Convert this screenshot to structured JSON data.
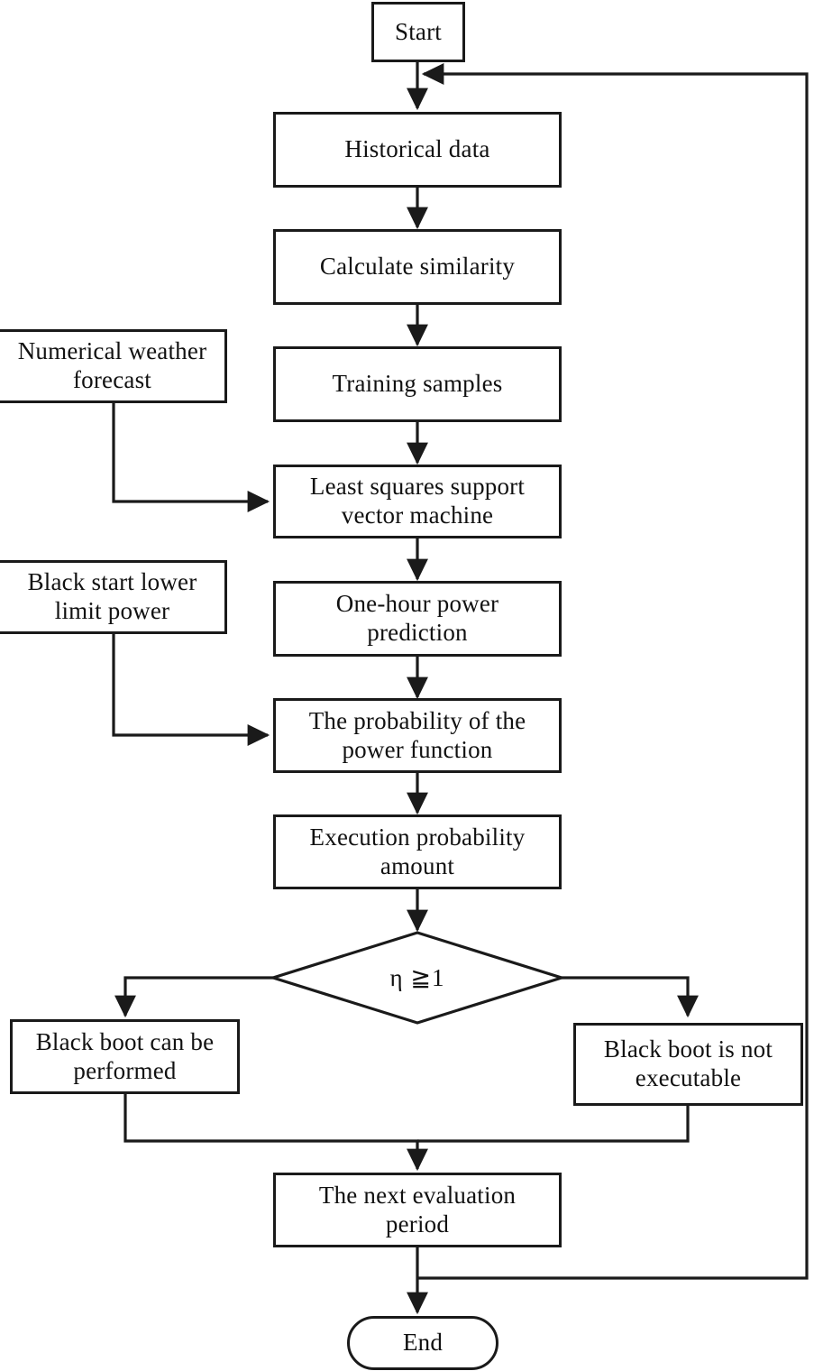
{
  "diagram": {
    "title": "Black start power prediction and evaluation flowchart",
    "type": "flowchart",
    "stroke_color": "#1a1a1a",
    "background_color": "#ffffff",
    "text_color": "#111111"
  },
  "nodes": {
    "start": {
      "label": "Start",
      "shape": "rectangle"
    },
    "historical_data": {
      "label": "Historical data",
      "shape": "rectangle"
    },
    "calculate_similarity": {
      "label": "Calculate similarity",
      "shape": "rectangle"
    },
    "numerical_weather_forecast": {
      "label": "Numerical weather\nforecast",
      "shape": "rectangle"
    },
    "training_samples": {
      "label": "Training samples",
      "shape": "rectangle"
    },
    "lssvm": {
      "label": "Least squares support\nvector machine",
      "shape": "rectangle"
    },
    "black_start_lower_limit": {
      "label": "Black start lower\nlimit power",
      "shape": "rectangle"
    },
    "one_hour_prediction": {
      "label": "One-hour power\nprediction",
      "shape": "rectangle"
    },
    "probability_power_function": {
      "label": "The probability of the\npower function",
      "shape": "rectangle"
    },
    "execution_probability": {
      "label": "Execution probability\namount",
      "shape": "rectangle"
    },
    "decision": {
      "label": "η ≧1",
      "shape": "diamond"
    },
    "black_boot_performed": {
      "label": "Black boot can be\nperformed",
      "shape": "rectangle"
    },
    "black_boot_not_executable": {
      "label": "Black boot is not\nexecutable",
      "shape": "rectangle"
    },
    "next_evaluation_period": {
      "label": "The next evaluation\nperiod",
      "shape": "rectangle"
    },
    "end": {
      "label": "End",
      "shape": "stadium"
    }
  },
  "edges": [
    {
      "from": "start",
      "to": "historical_data",
      "label": ""
    },
    {
      "from": "historical_data",
      "to": "calculate_similarity",
      "label": ""
    },
    {
      "from": "calculate_similarity",
      "to": "training_samples",
      "label": ""
    },
    {
      "from": "training_samples",
      "to": "lssvm",
      "label": ""
    },
    {
      "from": "numerical_weather_forecast",
      "to": "lssvm",
      "label": ""
    },
    {
      "from": "lssvm",
      "to": "one_hour_prediction",
      "label": ""
    },
    {
      "from": "one_hour_prediction",
      "to": "probability_power_function",
      "label": ""
    },
    {
      "from": "black_start_lower_limit",
      "to": "probability_power_function",
      "label": ""
    },
    {
      "from": "probability_power_function",
      "to": "execution_probability",
      "label": ""
    },
    {
      "from": "execution_probability",
      "to": "decision",
      "label": ""
    },
    {
      "from": "decision",
      "to": "black_boot_performed",
      "label": ""
    },
    {
      "from": "decision",
      "to": "black_boot_not_executable",
      "label": ""
    },
    {
      "from": "black_boot_performed",
      "to": "next_evaluation_period",
      "label": ""
    },
    {
      "from": "black_boot_not_executable",
      "to": "next_evaluation_period",
      "label": ""
    },
    {
      "from": "next_evaluation_period",
      "to": "end",
      "label": ""
    },
    {
      "from": "next_evaluation_period",
      "to": "historical_data",
      "label": ""
    }
  ]
}
